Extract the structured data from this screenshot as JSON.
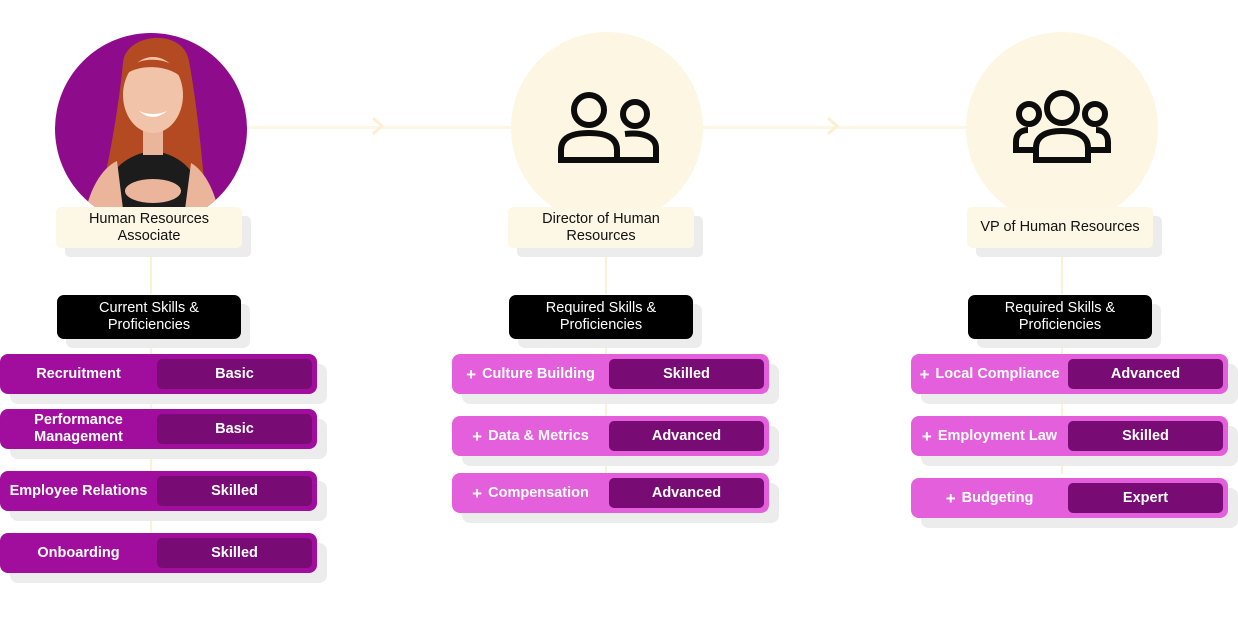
{
  "colors": {
    "current_row": "#a10e9d",
    "required_row": "#e35fdc",
    "level_chip": "#790b74",
    "avatar_bg": "#8e0c8c",
    "role_card": "#fdf7e6",
    "header_bg": "#000000"
  },
  "roles": [
    {
      "title": "Human Resources Associate",
      "image": "person-photo",
      "skills_header": "Current Skills & Proficiencies",
      "skills": [
        {
          "name": "Recruitment",
          "level": "Basic"
        },
        {
          "name": "Performance Management",
          "level": "Basic"
        },
        {
          "name": "Employee Relations",
          "level": "Skilled"
        },
        {
          "name": "Onboarding",
          "level": "Skilled"
        }
      ]
    },
    {
      "title": "Director of Human Resources",
      "icon": "two-users-icon",
      "skills_header": "Required Skills & Proficiencies",
      "skills": [
        {
          "prefix": "+",
          "name": "Culture Building",
          "level": "Skilled"
        },
        {
          "prefix": "+",
          "name": "Data & Metrics",
          "level": "Advanced"
        },
        {
          "prefix": "+",
          "name": "Compensation",
          "level": "Advanced"
        }
      ]
    },
    {
      "title": "VP of Human Resources",
      "icon": "three-users-icon",
      "skills_header": "Required Skills & Proficiencies",
      "skills": [
        {
          "prefix": "+",
          "name": "Local Compliance",
          "level": "Advanced"
        },
        {
          "prefix": "+",
          "name": "Employment Law",
          "level": "Skilled"
        },
        {
          "prefix": "+",
          "name": "Budgeting",
          "level": "Expert"
        }
      ]
    }
  ]
}
